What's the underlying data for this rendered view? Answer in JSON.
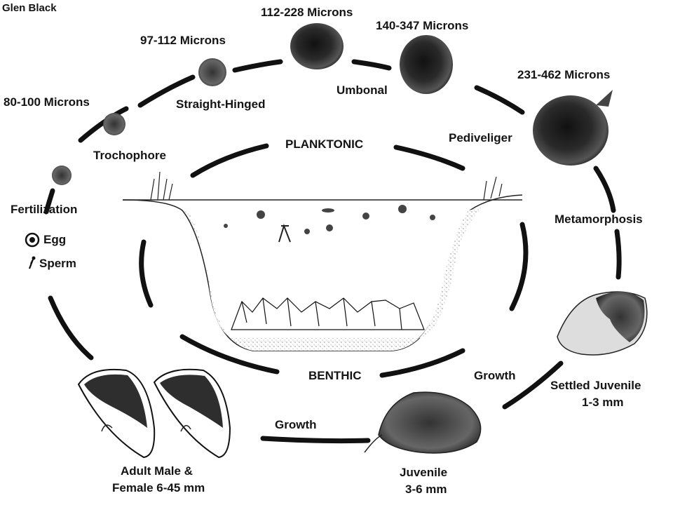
{
  "credit": "Glen Black",
  "stages": {
    "trochophore_size": "80-100 Microns",
    "trochophore": "Trochophore",
    "straight_hinged_size": "97-112 Microns",
    "straight_hinged": "Straight-Hinged",
    "umbonal_size_1": "112-228  Microns",
    "umbonal_size_2": "140-347  Microns",
    "umbonal": "Umbonal",
    "pediveliger_size": "231-462  Microns",
    "pediveliger": "Pediveliger",
    "metamorphosis": "Metamorphosis",
    "settled_juvenile_1": "Settled Juvenile",
    "settled_juvenile_2": "1-3 mm",
    "growth_right": "Growth",
    "juvenile_1": "Juvenile",
    "juvenile_2": "3-6 mm",
    "growth_bottom": "Growth",
    "adult_1": "Adult Male &",
    "adult_2": "Female 6-45 mm",
    "fertilization": "Fertilization",
    "egg": "Egg",
    "sperm": "Sperm"
  },
  "zones": {
    "planktonic": "PLANKTONIC",
    "benthic": "BENTHIC"
  },
  "icons": [
    "egg-icon",
    "sperm-icon",
    "larva-icon",
    "mussel-icon",
    "lake-cross-section"
  ]
}
